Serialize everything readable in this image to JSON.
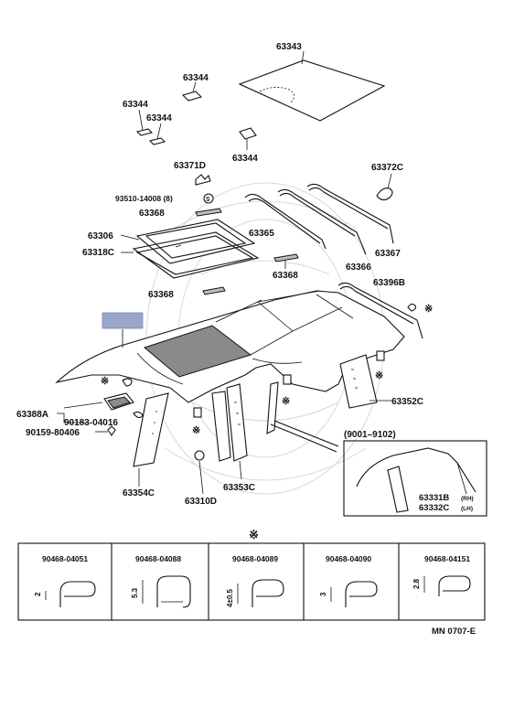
{
  "diagram": {
    "parts": {
      "p63343": "63343",
      "p63344_a": "63344",
      "p63344_b": "63344",
      "p63344_c": "63344",
      "p63344_d": "63344",
      "p63371D": "63371D",
      "p93510": "93510-14008 (8)",
      "p63372C": "63372C",
      "p63368_a": "63368",
      "p63306": "63306",
      "p63318C": "63318C",
      "p63365": "63365",
      "p63367": "63367",
      "p63366": "63366",
      "p63368_b": "63368",
      "p63368_c": "63368",
      "p63396B": "63396B",
      "p63388A": "63388A",
      "p90183": "90183-04016",
      "p90159": "90159-80406",
      "p63352C": "63352C",
      "p63354C": "63354C",
      "p63310D": "63310D",
      "p63353C": "63353C",
      "p63331B": "63331B",
      "p63332C": "63332C",
      "rh": "(RH)",
      "lh": "(LH)"
    },
    "inset_range": "(9001–9102)",
    "footnote_mark": "※",
    "footnote_note": "S",
    "clips": [
      {
        "part": "90468-04051",
        "dim": "2"
      },
      {
        "part": "90468-04088",
        "dim": "5.3"
      },
      {
        "part": "90468-04089",
        "dim": "4±0.5"
      },
      {
        "part": "90468-04090",
        "dim": "3"
      },
      {
        "part": "90468-04151",
        "dim": "2.8"
      }
    ],
    "code": "MN 0707-E",
    "colors": {
      "highlight": "#9aa5cc",
      "ink": "#111111"
    }
  }
}
